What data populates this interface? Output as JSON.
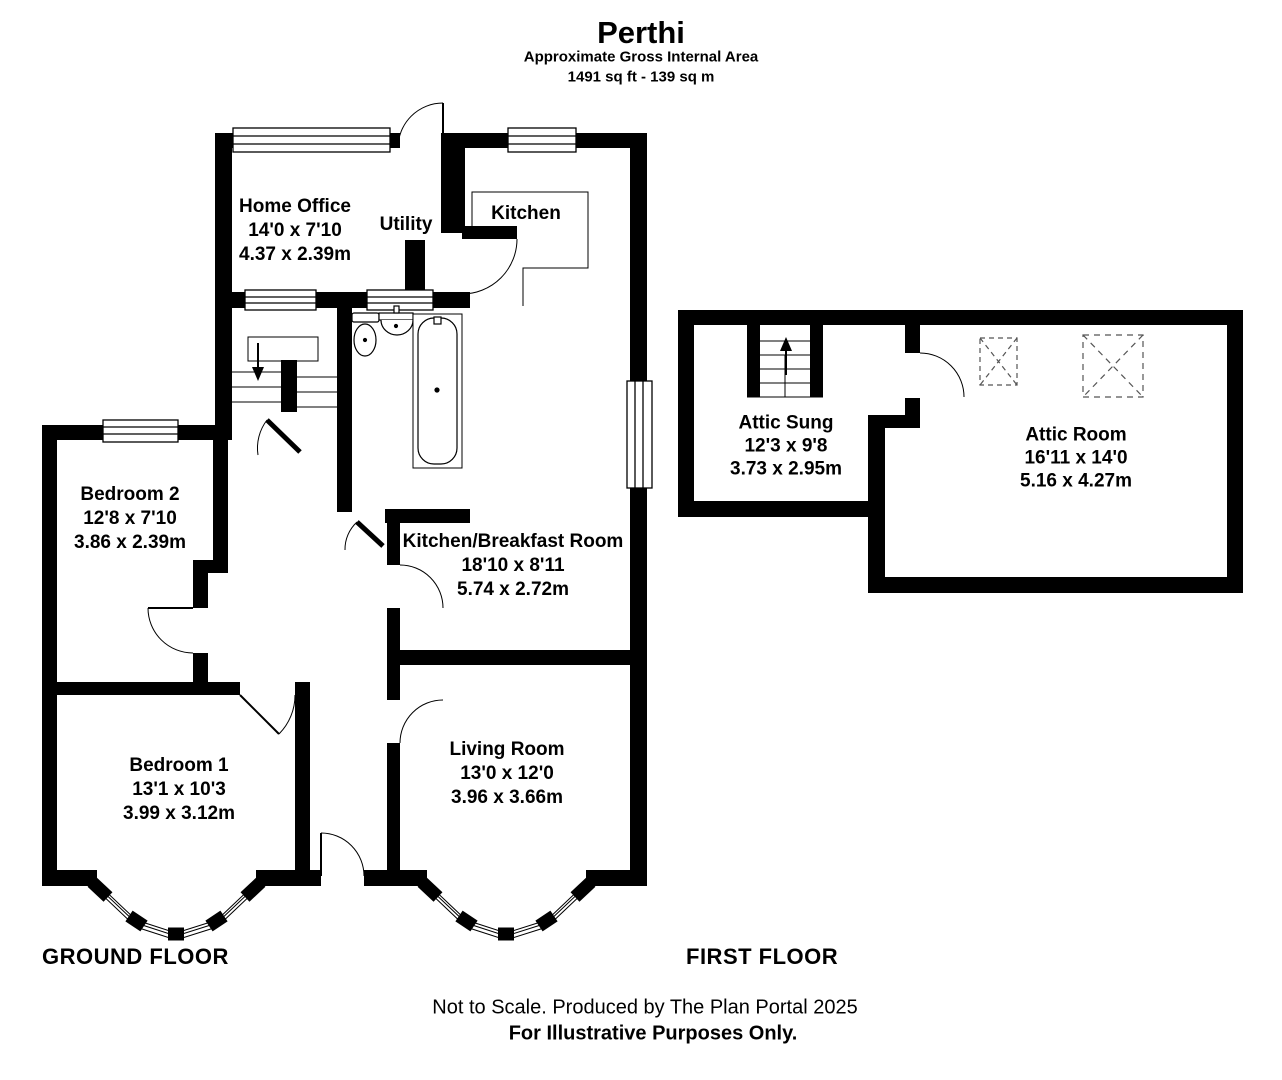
{
  "title": "Perthi",
  "subtitle": "Approximate Gross Internal Area",
  "area": "1491 sq ft - 139 sq m",
  "floors": {
    "ground": {
      "label": "GROUND FLOOR"
    },
    "first": {
      "label": "FIRST FLOOR"
    }
  },
  "rooms": {
    "home_office": {
      "name": "Home Office",
      "imperial": "14'0 x 7'10",
      "metric": "4.37 x 2.39m"
    },
    "utility": {
      "name": "Utility"
    },
    "kitchen": {
      "name": "Kitchen"
    },
    "bedroom2": {
      "name": "Bedroom 2",
      "imperial": "12'8 x 7'10",
      "metric": "3.86 x 2.39m"
    },
    "kitchen_breakfast": {
      "name": "Kitchen/Breakfast Room",
      "imperial": "18'10 x 8'11",
      "metric": "5.74 x 2.72m"
    },
    "bedroom1": {
      "name": "Bedroom 1",
      "imperial": "13'1 x 10'3",
      "metric": "3.99 x 3.12m"
    },
    "living_room": {
      "name": "Living Room",
      "imperial": "13'0 x 12'0",
      "metric": "3.96 x 3.66m"
    },
    "attic_sung": {
      "name": "Attic Sung",
      "imperial": "12'3 x 9'8",
      "metric": "3.73 x 2.95m"
    },
    "attic_room": {
      "name": "Attic Room",
      "imperial": "16'11 x 14'0",
      "metric": "5.16 x 4.27m"
    }
  },
  "footer": {
    "line1": "Not to Scale. Produced by The Plan Portal 2025",
    "line2": "For Illustrative Purposes Only."
  },
  "icons": {
    "stairs_ground": "arrow-down",
    "stairs_first": "arrow-up"
  },
  "colors": {
    "wall": "#000000",
    "background": "#ffffff"
  }
}
